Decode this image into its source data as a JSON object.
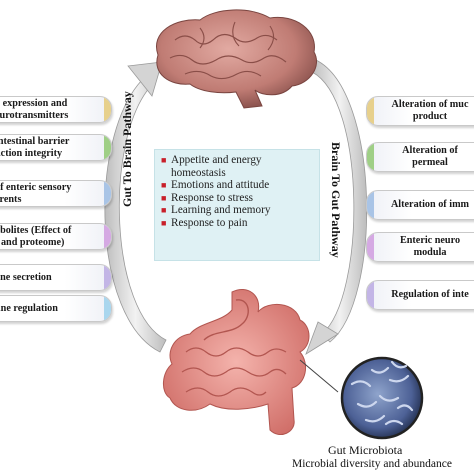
{
  "left_pathway_label": "Gut To Brain Pathway",
  "right_pathway_label": "Brain To Gut Pathway",
  "center_list": [
    "Appetite and energy\nhomeostasis",
    "Emotions and attitude",
    "Response to stress",
    "Learning and memory",
    "Response to pain"
  ],
  "left_boxes": [
    {
      "text": "o expression and\neurotransmitters",
      "accent": "#e7d08c"
    },
    {
      "text": "intestinal barrier\nnction integrity",
      "accent": "#9fcf86"
    },
    {
      "text": "of enteric sensory\nerents",
      "accent": "#a9c4e6"
    },
    {
      "text": "abolites (Effect of\n- and proteome)",
      "accent": "#d5a9e3"
    },
    {
      "text": "one secretion",
      "accent": "#c3b5e6"
    },
    {
      "text": "une regulation",
      "accent": "#a9d6ee"
    }
  ],
  "right_boxes": [
    {
      "text": "Alteration of muc\nproduct",
      "accent": "#e7d08c"
    },
    {
      "text": "Alteration of\npermeal",
      "accent": "#9fcf86"
    },
    {
      "text": "Alteration of imm",
      "accent": "#a9c4e6"
    },
    {
      "text": "Enteric neuro\nmodula",
      "accent": "#d5a9e3"
    },
    {
      "text": "Regulation of inte",
      "accent": "#c3b5e6"
    }
  ],
  "microbiota_title": "Gut Microbiota",
  "microbiota_subtitle": "Microbial diversity and abundance",
  "colors": {
    "arrow": "#cfcfcf",
    "bullet": "#c8202a",
    "center_bg": "#dff1f4",
    "brain": "#c98a82",
    "gut": "#e8928c",
    "microbiota": "#3b4e7a"
  },
  "icons": [
    "brain-illustration",
    "intestine-illustration",
    "microbiota-magnifier"
  ]
}
